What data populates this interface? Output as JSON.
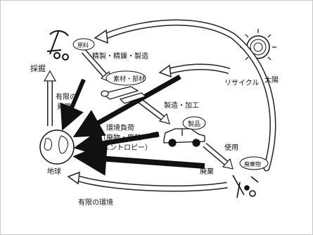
{
  "labels": {
    "mining": "採掘",
    "raw_material": "原料",
    "refining": "精製・精錬・製造",
    "sun": "太陽",
    "recycle": "リサイクル",
    "material_parts": "素材・部材",
    "finite_resources_1": "有限の",
    "finite_resources_2": "資源",
    "manufacturing": "製造・加工",
    "product": "製品",
    "env_burden_1": "環境負荷",
    "env_burden_2": "（廃物・廃熱・",
    "env_burden_3": "エントロピー）",
    "use": "使用",
    "earth": "地球",
    "waste_item": "廃棄物",
    "disposal": "廃棄",
    "finite_environment": "有限の環境"
  }
}
